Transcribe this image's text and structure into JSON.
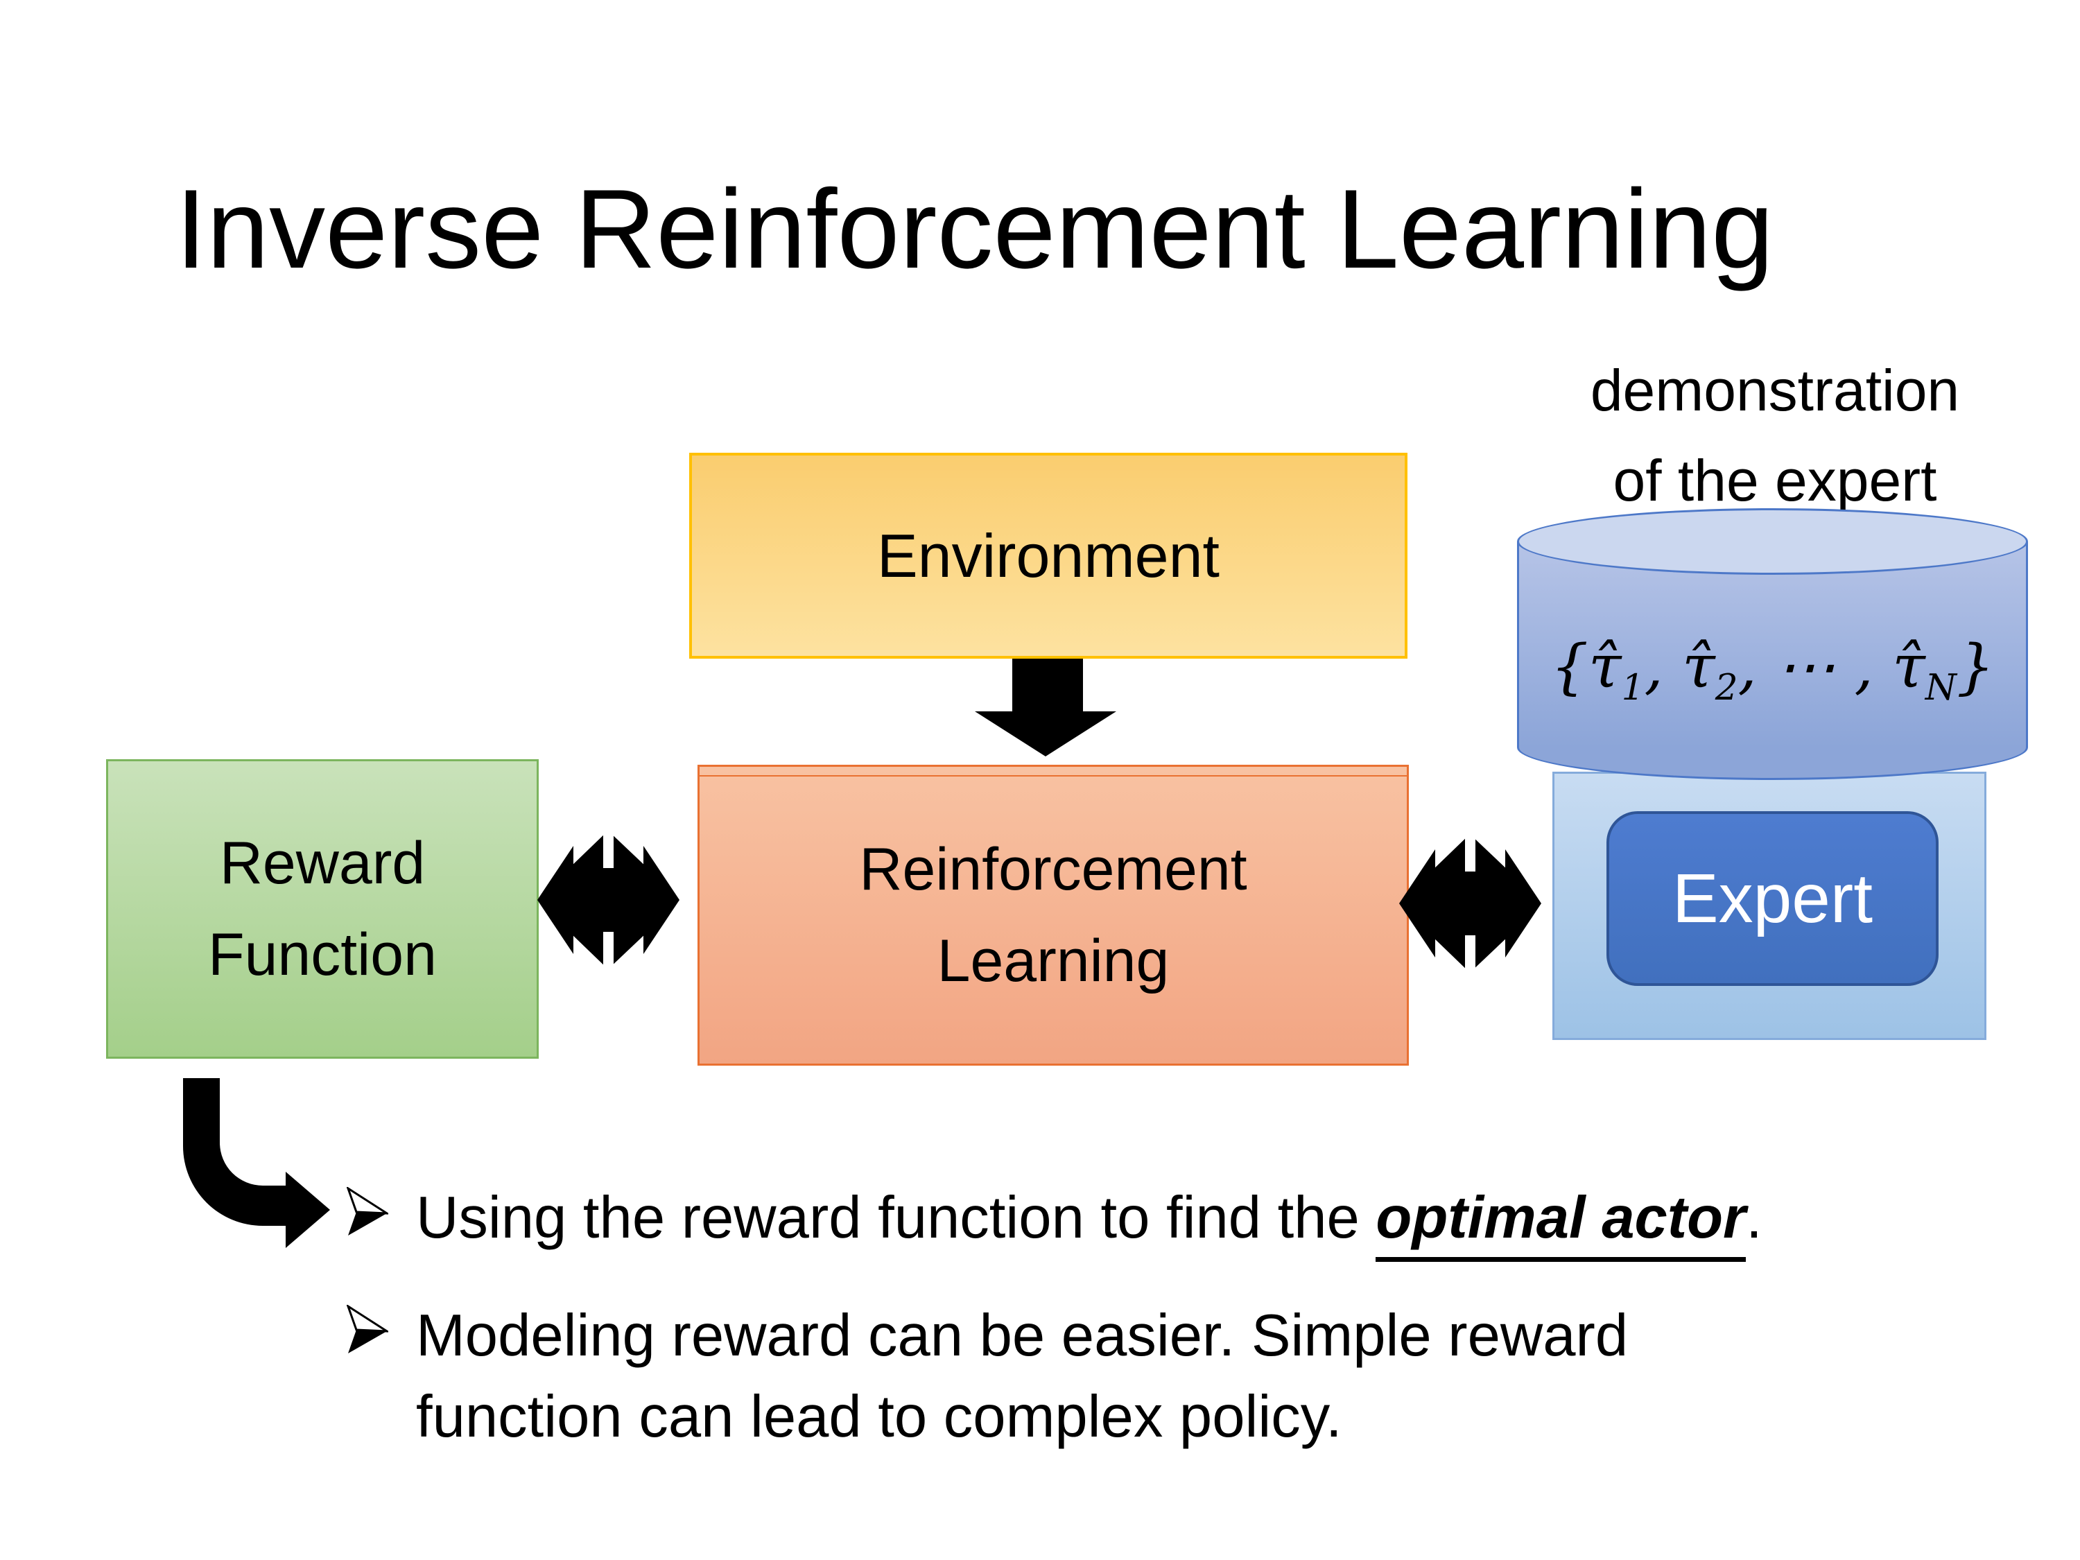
{
  "slide": {
    "title": "Inverse Reinforcement Learning",
    "annotation": {
      "line1": "demonstration",
      "line2": "of the expert"
    },
    "boxes": {
      "environment": {
        "label": "Environment",
        "fill_top": "#FACD6F",
        "fill_bottom": "#FDE2A0",
        "border": "#FFC000"
      },
      "reward_function": {
        "line1": "Reward",
        "line2": "Function",
        "fill_top": "#C9E2BA",
        "fill_bottom": "#A4CF8A",
        "border": "#7CB55E"
      },
      "reinforcement_learning": {
        "line1": "Reinforcement",
        "line2": "Learning",
        "fill_top": "#F8C2A2",
        "fill_bottom": "#F2A583",
        "border": "#E97132"
      },
      "expert_container": {
        "fill_top": "#C8DCF2",
        "fill_bottom": "#9DC2E6",
        "border": "#85ABDB"
      },
      "expert": {
        "label": "Expert",
        "fill": "#4472C4",
        "border": "#2F5597",
        "text_color": "#FFFFFF"
      }
    },
    "database": {
      "fill_top": "#CBD7EF",
      "fill_bottom": "#8CA5D8",
      "border": "#4D78C8",
      "formula": {
        "open": "{τ̂",
        "sub1": "1",
        "mid1": ", τ̂",
        "sub2": "2",
        "mid2": ", ⋯ , τ̂",
        "subn": "N",
        "close": "}"
      }
    },
    "arrows": {
      "color": "#000000"
    },
    "bullets": {
      "item1": {
        "prefix": "Using the reward function to find the ",
        "highlight": "optimal actor",
        "suffix": "."
      },
      "item2": {
        "line1": "Modeling reward can be easier. Simple reward",
        "line2": "function can lead to complex policy."
      }
    }
  }
}
